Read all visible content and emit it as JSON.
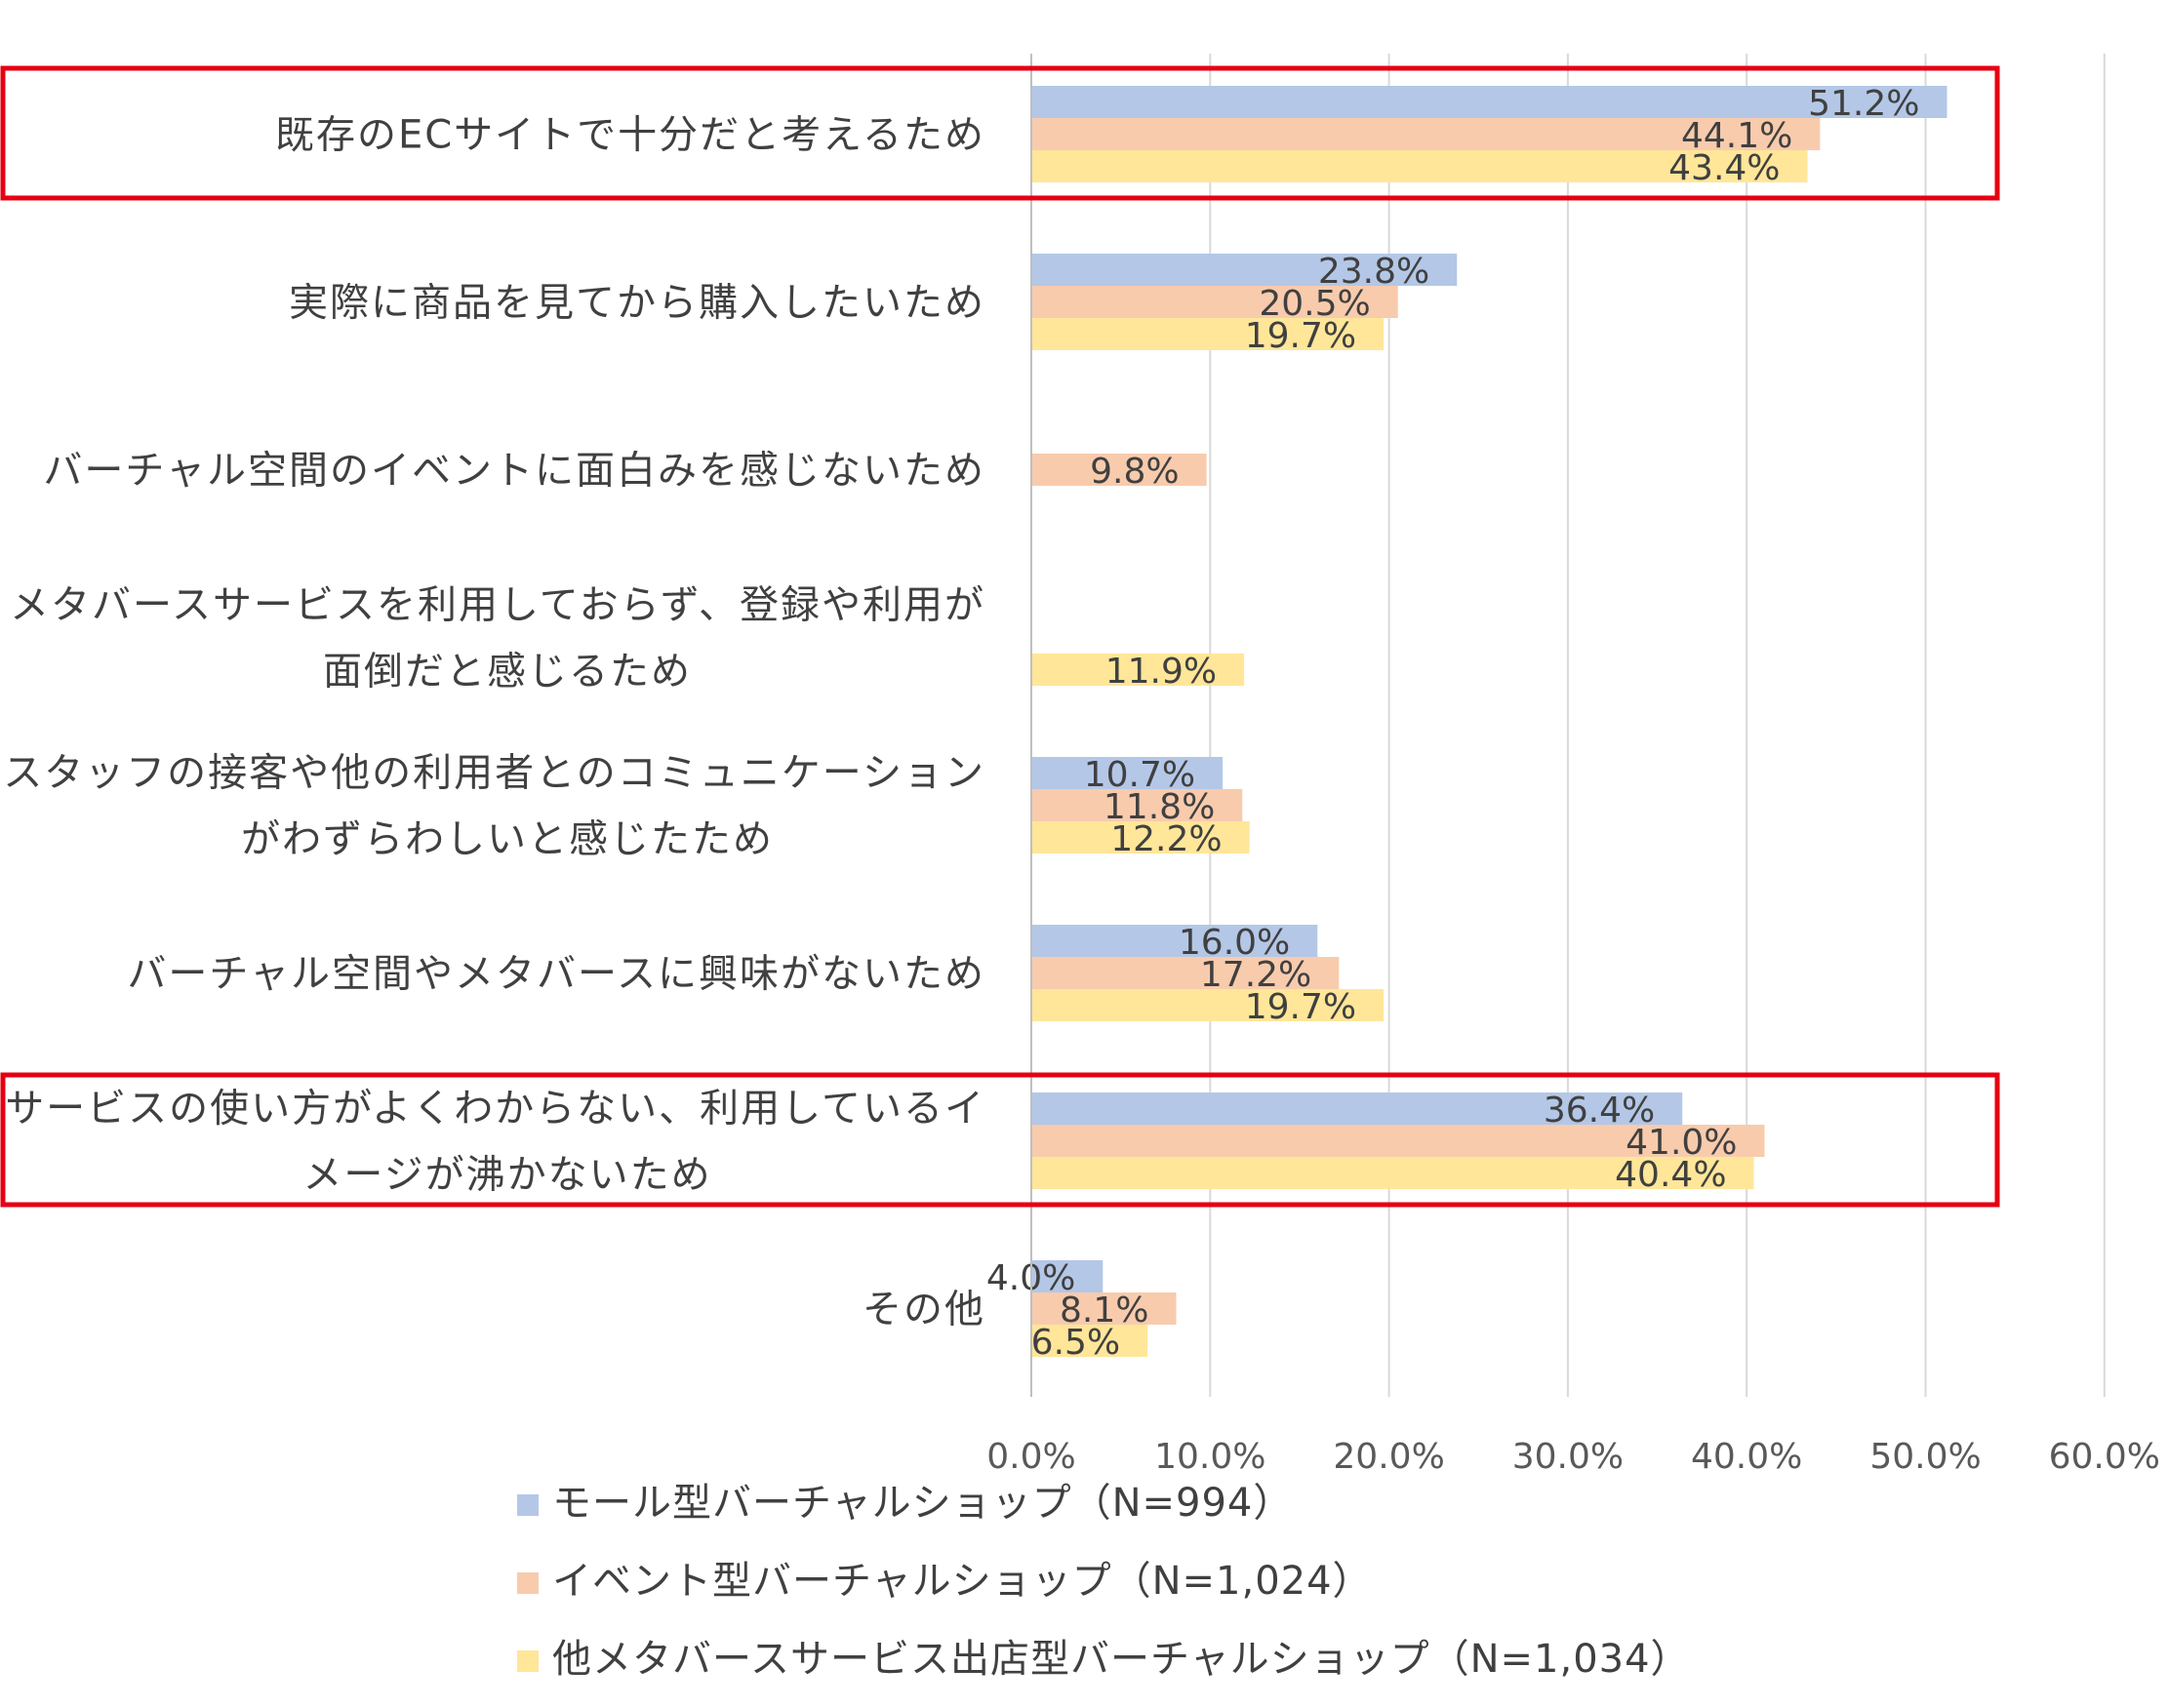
{
  "chart_data": {
    "type": "bar",
    "orientation": "horizontal",
    "categories": [
      [
        "既存のECサイトで十分だと考えるため"
      ],
      [
        "実際に商品を見てから購入したいため"
      ],
      [
        "バーチャル空間のイベントに面白みを感じないため"
      ],
      [
        "メタバースサービスを利用しておらず、登録や利用が",
        "面倒だと感じるため"
      ],
      [
        "スタッフの接客や他の利用者とのコミュニケーション",
        "がわずらわしいと感じたため"
      ],
      [
        "バーチャル空間やメタバースに興味がないため"
      ],
      [
        "サービスの使い方がよくわからない、利用しているイ",
        "メージが沸かないため"
      ],
      [
        "その他"
      ]
    ],
    "series": [
      {
        "name": "モール型バーチャルショップ（N=994）",
        "color": "#b4c7e7",
        "values": [
          51.2,
          23.8,
          null,
          null,
          10.7,
          16.0,
          36.4,
          4.0
        ]
      },
      {
        "name": "イベント型バーチャルショップ（N=1,024）",
        "color": "#f8cbad",
        "values": [
          44.1,
          20.5,
          9.8,
          null,
          11.8,
          17.2,
          41.0,
          8.1
        ]
      },
      {
        "name": "他メタバースサービス出店型バーチャルショップ（N=1,034）",
        "color": "#ffe699",
        "values": [
          43.4,
          19.7,
          null,
          11.9,
          12.2,
          19.7,
          40.4,
          6.5
        ]
      }
    ],
    "xlim": [
      0,
      60
    ],
    "x_ticks": [
      "0.0%",
      "10.0%",
      "20.0%",
      "30.0%",
      "40.0%",
      "50.0%",
      "60.0%"
    ],
    "value_suffix": "%",
    "grid": true,
    "legend_position": "bottom",
    "highlighted_categories": [
      0,
      6
    ],
    "highlight_color": "#e60012"
  }
}
